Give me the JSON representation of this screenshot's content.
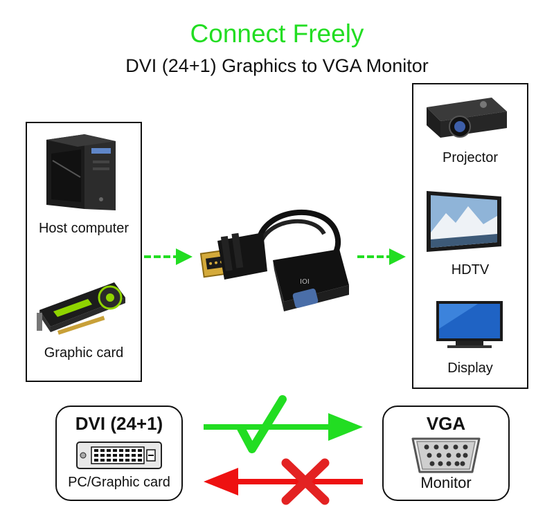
{
  "header": {
    "title": "Connect Freely",
    "subtitle": "DVI  (24+1) Graphics to VGA Monitor"
  },
  "sources": {
    "host_label": "Host computer",
    "card_label": "Graphic card"
  },
  "destinations": {
    "projector_label": "Projector",
    "hdtv_label": "HDTV",
    "display_label": "Display"
  },
  "adapter": {
    "port_mark": "IOI"
  },
  "compat": {
    "dvi_title": "DVI (24+1)",
    "dvi_caption": "PC/Graphic card",
    "vga_title": "VGA",
    "vga_caption": "Monitor"
  },
  "colors": {
    "title_green": "#22dd22",
    "arrow_green": "#22dd22",
    "arrow_red": "#ee1111",
    "cross_red": "#e32222"
  }
}
